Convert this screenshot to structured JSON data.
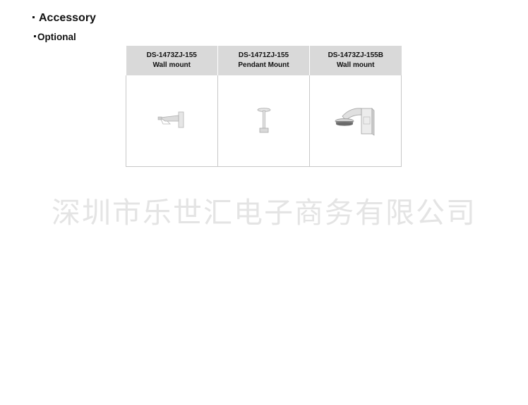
{
  "headings": {
    "accessory": "Accessory",
    "optional": "Optional"
  },
  "accessories": [
    {
      "model": "DS-1473ZJ-155",
      "type": "Wall mount",
      "icon": "wall-mount-icon"
    },
    {
      "model": "DS-1471ZJ-155",
      "type": "Pendant Mount",
      "icon": "pendant-mount-icon"
    },
    {
      "model": "DS-1473ZJ-155B",
      "type": "Wall mount",
      "icon": "wall-mount-junction-box-icon"
    }
  ],
  "watermark": "深圳市乐世汇电子商务有限公司",
  "colors": {
    "header_bg": "#d9d9d9",
    "border": "#c8c8c8",
    "watermark": "#e4e4e4"
  }
}
